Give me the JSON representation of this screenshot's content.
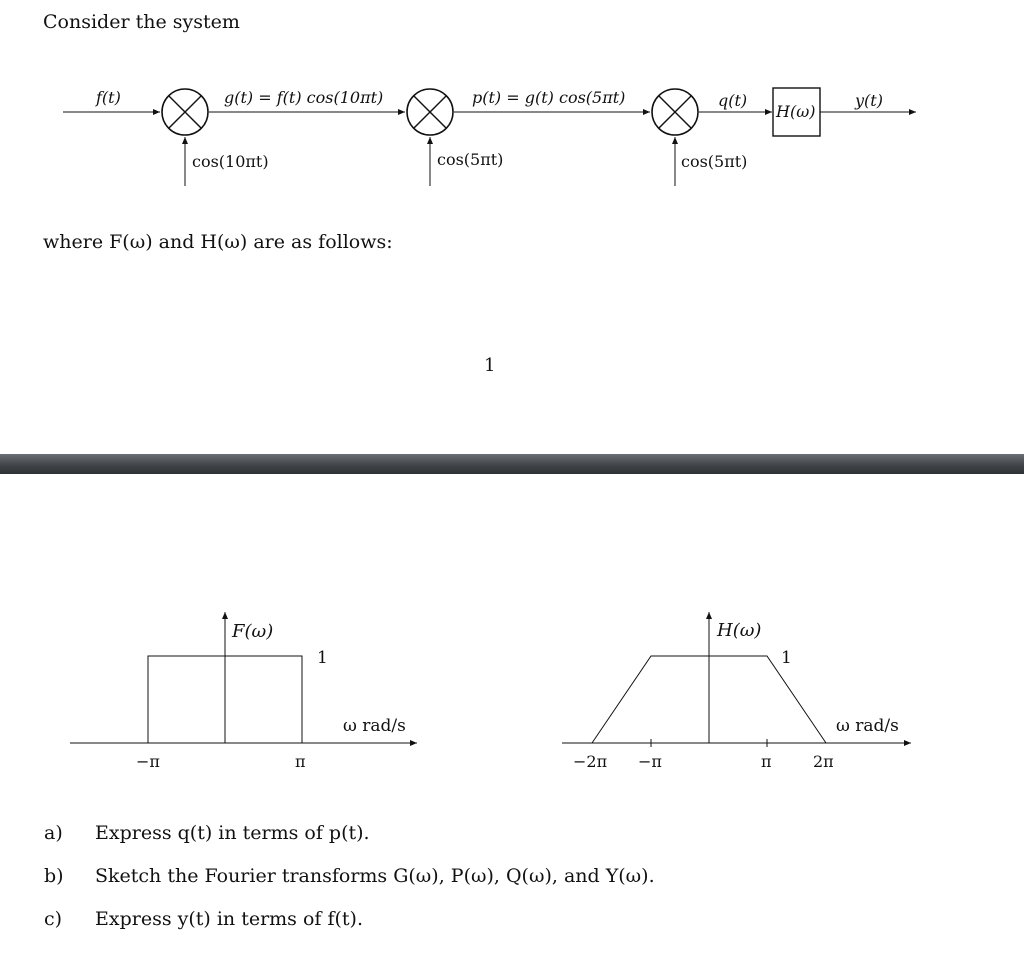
{
  "intro": "Consider the system",
  "system": {
    "input_label": "f(t)",
    "g_label": "g(t) = f(t) cos(10πt)",
    "p_label": "p(t) = g(t) cos(5πt)",
    "q_label": "q(t)",
    "filter_label": "H(ω)",
    "output_label": "y(t)",
    "mixer1_input": "cos(10πt)",
    "mixer2_input": "cos(5πt)",
    "mixer3_input": "cos(5πt)"
  },
  "where_text": "where F(ω) and H(ω) are as follows:",
  "stray_label": "1",
  "plot_F": {
    "title": "F(ω)",
    "height_label": "1",
    "axis_label": "ω rad/s",
    "ticks": [
      "−π",
      "π"
    ]
  },
  "plot_H": {
    "title": "H(ω)",
    "height_label": "1",
    "axis_label": "ω rad/s",
    "ticks": [
      "−2π",
      "−π",
      "π",
      "2π"
    ]
  },
  "questions": [
    {
      "label": "a)",
      "text": "Express q(t) in terms of p(t)."
    },
    {
      "label": "b)",
      "text": "Sketch the Fourier transforms G(ω), P(ω), Q(ω), and Y(ω)."
    },
    {
      "label": "c)",
      "text": "Express y(t) in terms of f(t)."
    }
  ]
}
